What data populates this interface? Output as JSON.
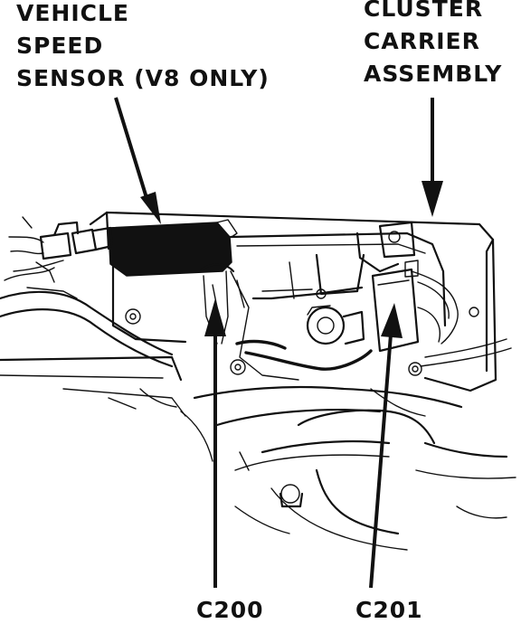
{
  "labels": {
    "vss": [
      "VEHICLE",
      "SPEED",
      "SENSOR (V8 ONLY)"
    ],
    "cca": [
      "CLUSTER",
      "CARRIER",
      "ASSEMBLY"
    ],
    "c200": "C200",
    "c201": "C201"
  }
}
